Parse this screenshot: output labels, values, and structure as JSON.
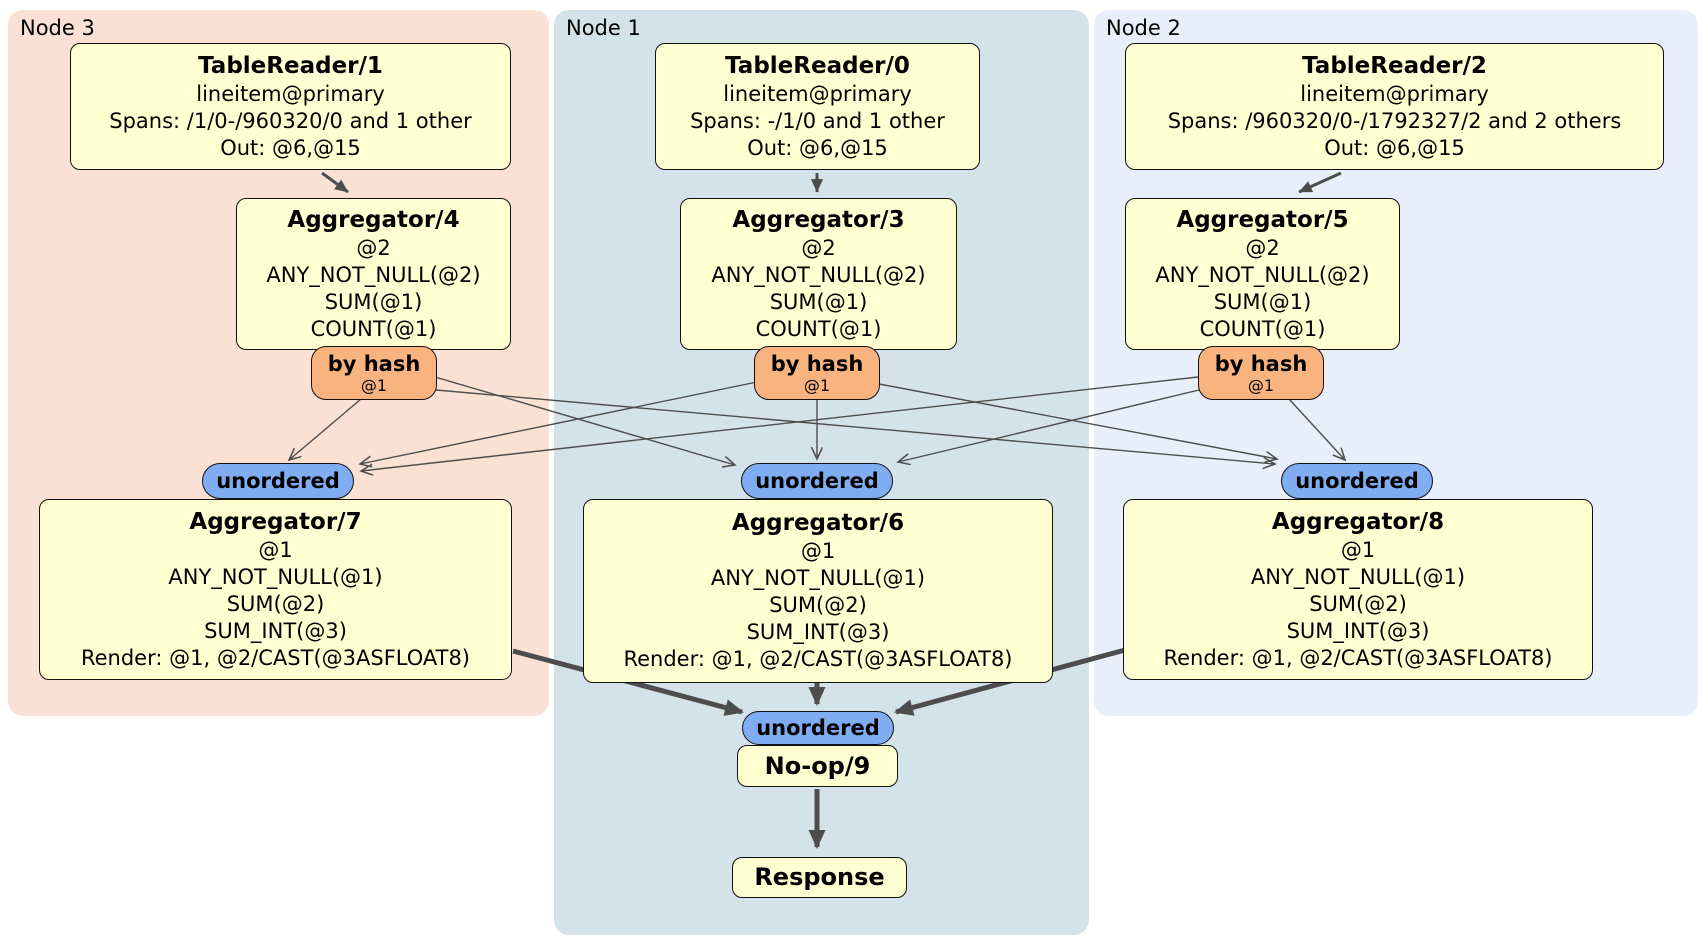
{
  "regions": {
    "node3": {
      "label": "Node 3",
      "color": "#fbe1d3"
    },
    "node1": {
      "label": "Node 1",
      "color": "#d4e2ea"
    },
    "node2": {
      "label": "Node 2",
      "color": "#e9effa"
    }
  },
  "palette": {
    "processor_fill": "#ffffd2",
    "router_fill": "#f9b37e",
    "stream_fill": "#80adf1",
    "edge_color": "#4d4d4d"
  },
  "boxes": {
    "tablereader1": {
      "title": "TableReader/1",
      "lines": [
        "lineitem@primary",
        "Spans: /1/0-/960320/0 and 1 other",
        "Out: @6,@15"
      ]
    },
    "tablereader0": {
      "title": "TableReader/0",
      "lines": [
        "lineitem@primary",
        "Spans: -/1/0 and 1 other",
        "Out: @6,@15"
      ]
    },
    "tablereader2": {
      "title": "TableReader/2",
      "lines": [
        "lineitem@primary",
        "Spans: /960320/0-/1792327/2 and 2 others",
        "Out: @6,@15"
      ]
    },
    "aggregator4": {
      "title": "Aggregator/4",
      "lines": [
        "@2",
        "ANY_NOT_NULL(@2)",
        "SUM(@1)",
        "COUNT(@1)"
      ]
    },
    "aggregator3": {
      "title": "Aggregator/3",
      "lines": [
        "@2",
        "ANY_NOT_NULL(@2)",
        "SUM(@1)",
        "COUNT(@1)"
      ]
    },
    "aggregator5": {
      "title": "Aggregator/5",
      "lines": [
        "@2",
        "ANY_NOT_NULL(@2)",
        "SUM(@1)",
        "COUNT(@1)"
      ]
    },
    "aggregator7": {
      "title": "Aggregator/7",
      "lines": [
        "@1",
        "ANY_NOT_NULL(@1)",
        "SUM(@2)",
        "SUM_INT(@3)",
        "Render: @1, @2/CAST(@3ASFLOAT8)"
      ]
    },
    "aggregator6": {
      "title": "Aggregator/6",
      "lines": [
        "@1",
        "ANY_NOT_NULL(@1)",
        "SUM(@2)",
        "SUM_INT(@3)",
        "Render: @1, @2/CAST(@3ASFLOAT8)"
      ]
    },
    "aggregator8": {
      "title": "Aggregator/8",
      "lines": [
        "@1",
        "ANY_NOT_NULL(@1)",
        "SUM(@2)",
        "SUM_INT(@3)",
        "Render: @1, @2/CAST(@3ASFLOAT8)"
      ]
    },
    "noop9": {
      "title": "No-op/9"
    },
    "response": {
      "title": "Response"
    }
  },
  "router": {
    "label": "by hash",
    "detail": "@1"
  },
  "stream": {
    "label": "unordered"
  }
}
